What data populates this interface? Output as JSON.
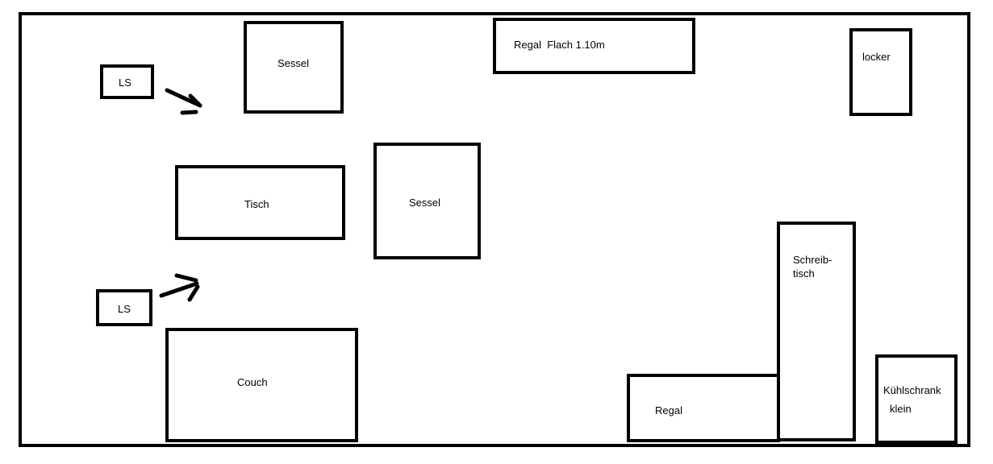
{
  "plan": {
    "items": {
      "ls_top": "LS",
      "sessel_top": "Sessel",
      "regal_flach": "Regal  Flach 1.10m",
      "locker": "locker",
      "tisch": "Tisch",
      "sessel_mid": "Sessel",
      "ls_bottom": "LS",
      "couch": "Couch",
      "schreibtisch_line1": "Schreib-",
      "schreibtisch_line2": "tisch",
      "regal": "Regal",
      "kuehlschrank_line1": "Kühlschrank",
      "kuehlschrank_line2": "klein"
    }
  }
}
